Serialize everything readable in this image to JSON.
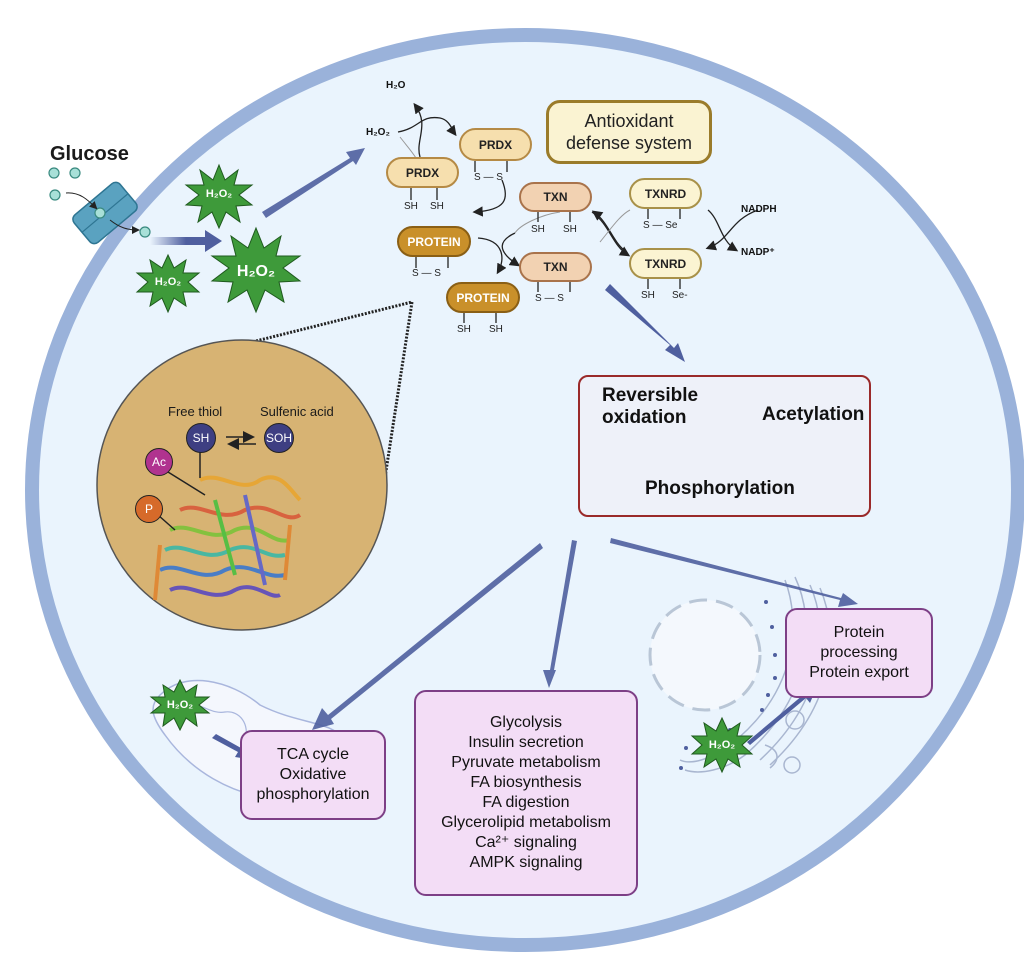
{
  "figure": {
    "colors": {
      "cell_fill": "#eaf4fd",
      "cell_membrane": "#9ab2da",
      "arrow": "#4f5f9f",
      "h2o2_star": "#3e9a3a",
      "pathway_box_fill": "#f3ddf6",
      "pathway_box_border": "#7d3f86",
      "ptm_box_border": "#9a2a2a",
      "zoom_circle_fill": "#d7b373"
    },
    "glucose": {
      "label": "Glucose"
    },
    "h2o2_label": "H₂O₂",
    "antioxidant": {
      "title_line1": "Antioxidant",
      "title_line2": "defense system",
      "h2o": "H₂O",
      "h2o2": "H₂O₂",
      "nadph": "NADPH",
      "nadp": "NADP⁺",
      "prdx_reduced": {
        "label": "PRDX",
        "left": "SH",
        "right": "SH"
      },
      "prdx_oxidized": {
        "label": "PRDX",
        "bond": "S — S"
      },
      "txn_reduced": {
        "label": "TXN",
        "left": "SH",
        "right": "SH"
      },
      "txn_oxidized": {
        "label": "TXN",
        "bond": "S — S"
      },
      "txnrd_oxidized": {
        "label": "TXNRD",
        "bond": "S — Se"
      },
      "txnrd_reduced": {
        "label": "TXNRD",
        "left": "SH",
        "right": "Se-"
      },
      "protein_oxidized": {
        "label": "PROTEIN",
        "bond": "S — S"
      },
      "protein_reduced": {
        "label": "PROTEIN",
        "left": "SH",
        "right": "SH"
      }
    },
    "zoom_inset": {
      "free_thiol": "Free thiol",
      "sulfenic_acid": "Sulfenic acid",
      "sh": "SH",
      "soh": "SOH",
      "ac": "Ac",
      "p": "P"
    },
    "ptm": {
      "reversible_oxidation_line1": "Reversible",
      "reversible_oxidation_line2": "oxidation",
      "acetylation": "Acetylation",
      "phosphorylation": "Phosphorylation"
    },
    "pathways": {
      "mitochondria": [
        "TCA cycle",
        "Oxidative",
        "phosphorylation"
      ],
      "metabolism": [
        "Glycolysis",
        "Insulin secretion",
        "Pyruvate metabolism",
        "FA biosynthesis",
        "FA digestion",
        "Glycerolipid metabolism",
        "Ca²⁺ signaling",
        "AMPK signaling"
      ],
      "er": [
        "Protein",
        "processing",
        "Protein export"
      ]
    }
  }
}
